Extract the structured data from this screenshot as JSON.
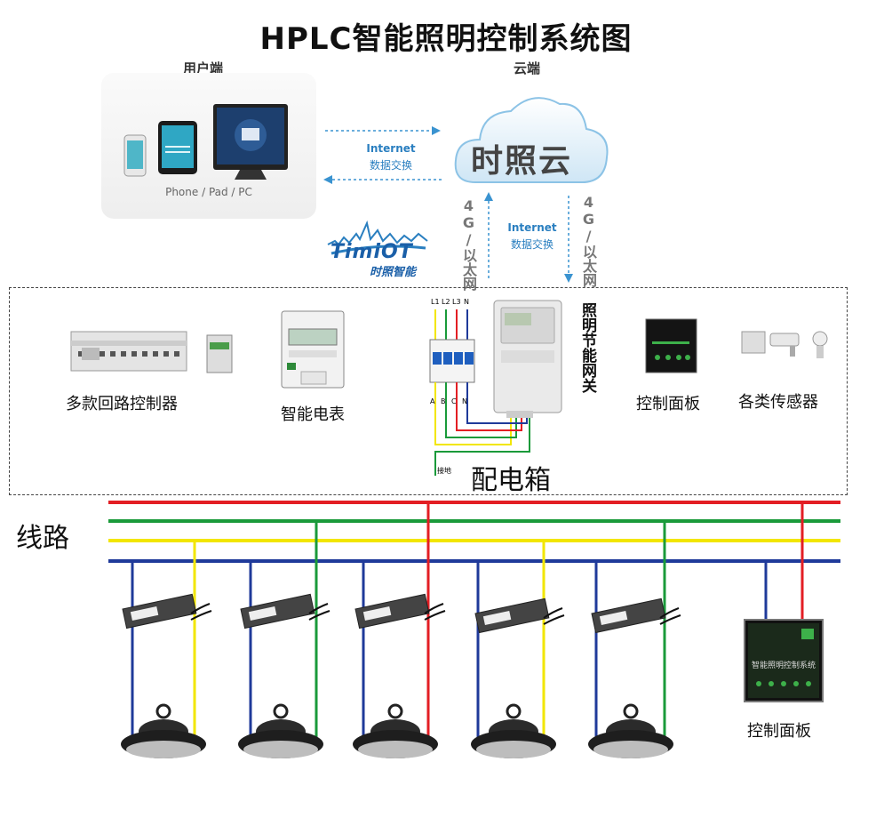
{
  "title": "HPLC智能照明控制系统图",
  "user_side": {
    "label": "用户端",
    "devices_caption": "Phone / Pad / PC"
  },
  "cloud_side": {
    "label": "云端",
    "cloud_name": "时照云"
  },
  "links": {
    "internet_en": "Internet",
    "internet_cn": "数据交换",
    "network": "4G/以太网"
  },
  "brand": {
    "name_en": "TimiOT",
    "name_cn": "时照智能"
  },
  "cabinet": {
    "components": [
      "多款回路控制器",
      "智能电表",
      "照明节能网关",
      "控制面板",
      "各类传感器"
    ],
    "breaker_inputs": [
      "L1",
      "L2",
      "L3",
      "N"
    ],
    "breaker_outputs": [
      "A",
      "B",
      "C",
      "N"
    ],
    "ground_label": "接地",
    "box_label": "配电箱"
  },
  "line_section": {
    "label": "线路",
    "wire_colors": [
      "#e31e24",
      "#1a9a3a",
      "#f2e600",
      "#1f3a9a"
    ],
    "panel_label": "控制面板",
    "panel_screen_text": "智能照明控制系统",
    "lamp_count": 5
  }
}
